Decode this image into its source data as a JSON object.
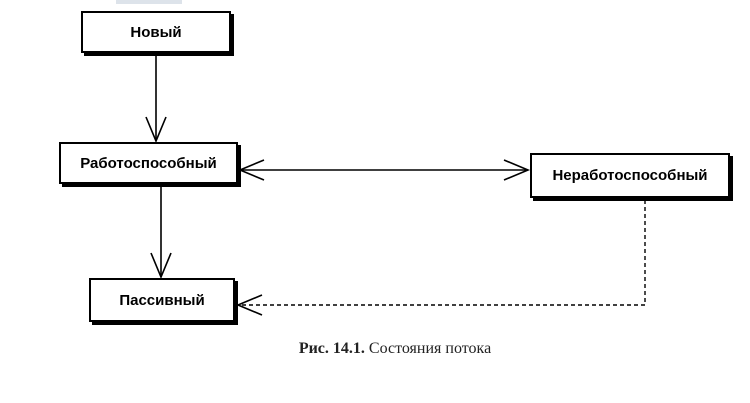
{
  "states": {
    "new": "Новый",
    "runnable": "Работоспособный",
    "blocked": "Неработоспособный",
    "passive": "Пассивный"
  },
  "caption": {
    "number": "Рис. 14.1.",
    "text": "Состояния потока"
  },
  "colors": {
    "line": "#000000",
    "box_border": "#000000",
    "strip": "#dde3ea"
  }
}
